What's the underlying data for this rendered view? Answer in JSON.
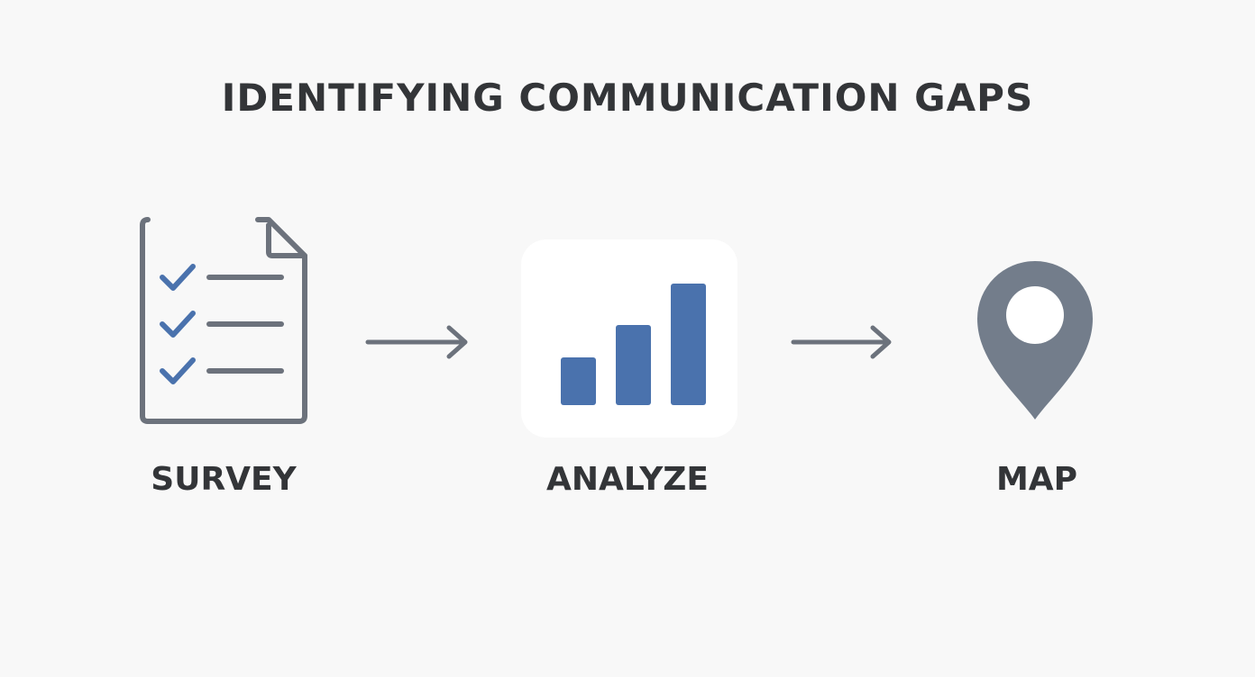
{
  "title": "IDENTIFYING COMMUNICATION GAPS",
  "steps": [
    {
      "label": "SURVEY",
      "icon": "checklist-document-icon"
    },
    {
      "label": "ANALYZE",
      "icon": "bar-chart-icon"
    },
    {
      "label": "MAP",
      "icon": "map-pin-icon"
    }
  ],
  "colors": {
    "background": "#f8f8f8",
    "text": "#333538",
    "outline_gray": "#6c727c",
    "accent_blue": "#4a72ad",
    "pin_gray": "#737d8b",
    "panel_white": "#ffffff"
  }
}
